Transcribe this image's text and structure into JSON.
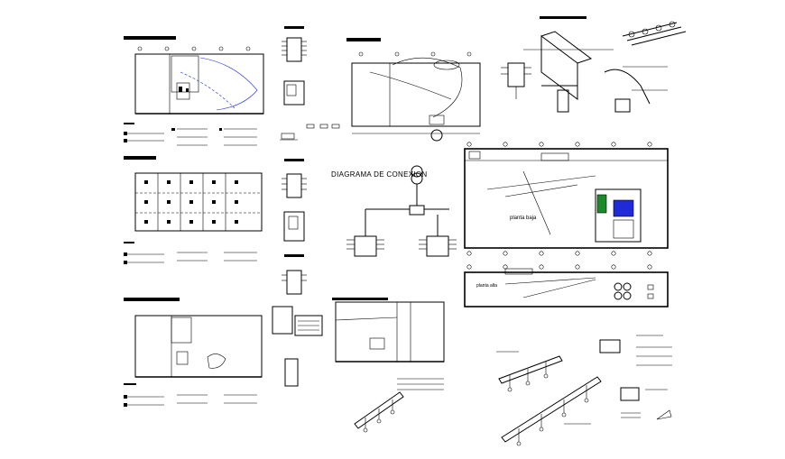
{
  "drawing": {
    "connection_diagram_title": "DIAGRAMA DE CONEXION",
    "plan_label_lower": "planta baja",
    "plan_label_upper": "planta alta"
  },
  "colors": {
    "ink": "#000000",
    "wiring_blue": "#1f2bd9",
    "equipment_green": "#1c8a2a",
    "equipment_blue": "#1f2bd9"
  }
}
